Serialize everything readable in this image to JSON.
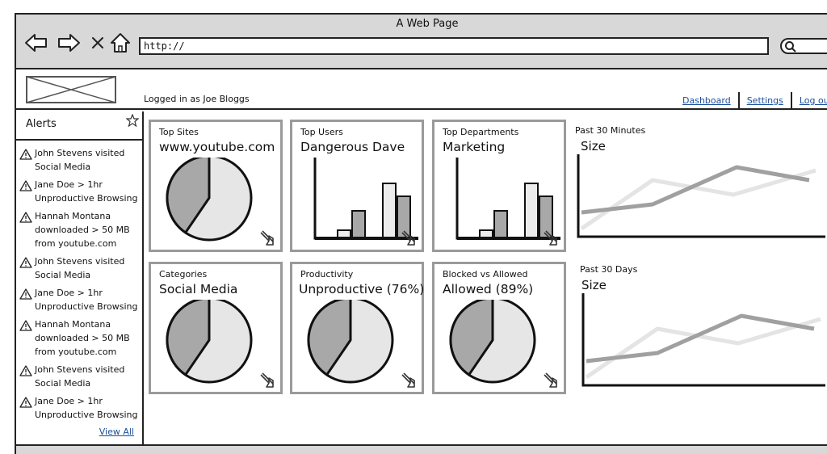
{
  "window": {
    "title": "A Web Page",
    "url": "http://"
  },
  "header": {
    "logged_in": "Logged in as Joe Bloggs",
    "links": [
      "Dashboard",
      "Settings",
      "Log out"
    ]
  },
  "alerts": {
    "title": "Alerts",
    "items": [
      [
        "John Stevens visited",
        "Social Media"
      ],
      [
        "Jane Doe > 1hr",
        "Unproductive Browsing"
      ],
      [
        "Hannah Montana",
        "downloaded > 50 MB",
        "from youtube.com"
      ],
      [
        "John Stevens visited",
        "Social Media"
      ],
      [
        "Jane Doe > 1hr",
        "Unproductive Browsing"
      ],
      [
        "Hannah Montana",
        "downloaded > 50 MB",
        "from youtube.com"
      ],
      [
        "John Stevens visited",
        "Social Media"
      ],
      [
        "Jane Doe > 1hr",
        "Unproductive Browsing"
      ]
    ],
    "view_all": "View All"
  },
  "widgets": {
    "top_sites": {
      "label": "Top Sites",
      "value": "www.youtube.com"
    },
    "top_users": {
      "label": "Top Users",
      "value": "Dangerous Dave"
    },
    "top_departments": {
      "label": "Top Departments",
      "value": "Marketing"
    },
    "categories": {
      "label": "Categories",
      "value": "Social Media"
    },
    "productivity": {
      "label": "Productivity",
      "value": "Unproductive (76%)"
    },
    "blocked_vs_allowed": {
      "label": "Blocked vs Allowed",
      "value": "Allowed (89%)"
    }
  },
  "trends": {
    "past_30_minutes": {
      "label": "Past 30 Minutes",
      "value": "Size"
    },
    "past_30_days": {
      "label": "Past 30 Days",
      "value": "Size"
    }
  },
  "colors": {
    "link": "#1a4e9a",
    "chrome": "#d8d8d8",
    "widget_border": "#9a9a9a",
    "pie_dark": "#a8a8a8",
    "pie_light": "#e6e6e6"
  }
}
